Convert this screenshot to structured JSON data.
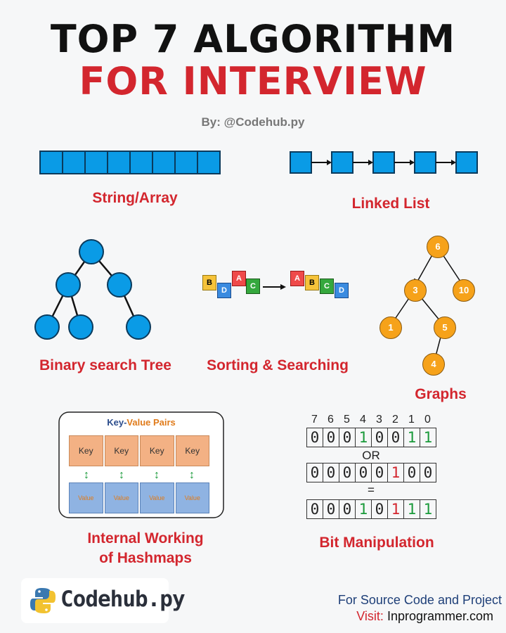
{
  "header": {
    "title_line1": "TOP 7 ALGORITHM",
    "title_line2": "FOR INTERVIEW",
    "byline": "By: @Codehub.py"
  },
  "sections": {
    "string_array": "String/Array",
    "linked_list": "Linked List",
    "bst": "Binary search Tree",
    "sorting": "Sorting & Searching",
    "graphs": "Graphs",
    "hashmaps_line1": "Internal Working",
    "hashmaps_line2": "of Hashmaps",
    "bit_manipulation": "Bit Manipulation"
  },
  "sorting_figure": {
    "before": [
      "B",
      "D",
      "A",
      "C"
    ],
    "after": [
      "A",
      "B",
      "C",
      "D"
    ]
  },
  "graph_nodes": [
    "6",
    "3",
    "10",
    "1",
    "5",
    "4"
  ],
  "hashmap": {
    "title_key": "Key",
    "title_sep": "-",
    "title_value": "Value Pairs",
    "keys": [
      "Key",
      "Key",
      "Key",
      "Key"
    ],
    "values": [
      "Value",
      "Value",
      "Value",
      "Value"
    ]
  },
  "bits": {
    "indices": [
      "7",
      "6",
      "5",
      "4",
      "3",
      "2",
      "1",
      "0"
    ],
    "row1": [
      "0",
      "0",
      "0",
      "1",
      "0",
      "0",
      "1",
      "1"
    ],
    "op": "OR",
    "row2": [
      "0",
      "0",
      "0",
      "0",
      "0",
      "1",
      "0",
      "0"
    ],
    "equals": "=",
    "row3": [
      "0",
      "0",
      "0",
      "1",
      "0",
      "1",
      "1",
      "1"
    ]
  },
  "footer": {
    "brand": "Codehub.py",
    "line1": "For Source Code and Project",
    "visit_label": "Visit:",
    "visit_site": "Inprogrammer.com"
  },
  "colors": {
    "accent_red": "#d3262e",
    "node_blue": "#0a9be6",
    "node_orange": "#f6a21a",
    "bit_green": "#1a9a3a",
    "bit_red": "#d3262e"
  }
}
